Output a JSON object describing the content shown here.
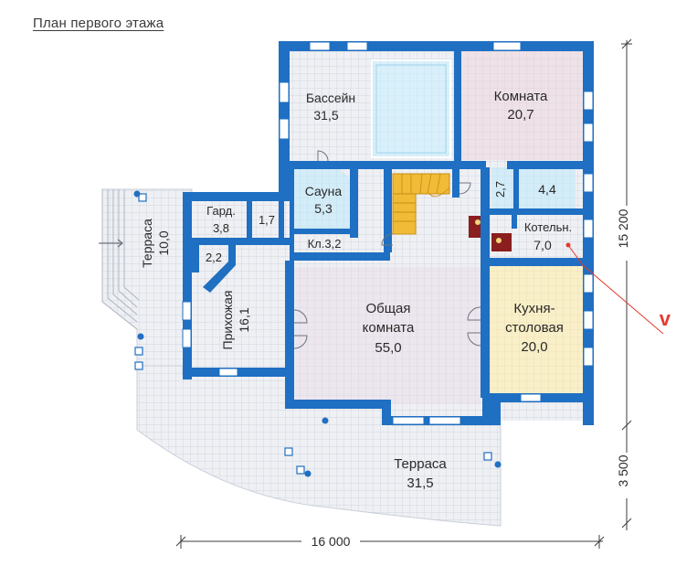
{
  "title": "План первого этажа",
  "rooms": {
    "pool": {
      "name": "Бассейн",
      "area": "31,5"
    },
    "room": {
      "name": "Комната",
      "area": "20,7"
    },
    "sauna": {
      "name": "Сауна",
      "area": "5,3"
    },
    "storage": {
      "name": "Кл.3,2"
    },
    "wardrobe": {
      "name": "Гард.",
      "area": "3,8"
    },
    "wc": {
      "area": "1,7"
    },
    "small": {
      "area": "2,2"
    },
    "shower": {
      "area": "2,7"
    },
    "bath": {
      "area": "4,4"
    },
    "boiler": {
      "name": "Котельн.",
      "area": "7,0"
    },
    "terrace_left": {
      "name": "Терраса",
      "area": "10,0"
    },
    "hall": {
      "name": "Прихожая",
      "area": "16,1"
    },
    "living": {
      "line1": "Общая",
      "line2": "комната",
      "area": "55,0"
    },
    "kitchen": {
      "line1": "Кухня-",
      "line2": "столовая",
      "area": "20,0"
    },
    "terrace_bottom": {
      "name": "Терраса",
      "area": "31,5"
    }
  },
  "dimensions": {
    "width": "16 000",
    "height_main": "15 200",
    "height_terrace": "3 500"
  },
  "marker": "v",
  "colors": {
    "wall": "#1f6fc2",
    "floor": "#eef0f4",
    "pool_water": "#d9f0fb",
    "room_pink": "#eee2e8",
    "kitchen": "#f9efc8",
    "wet": "#d3ecf7",
    "stair": "#f1bb38",
    "boiler_unit": "#8b1e1e",
    "marker": "#e33b2f"
  }
}
